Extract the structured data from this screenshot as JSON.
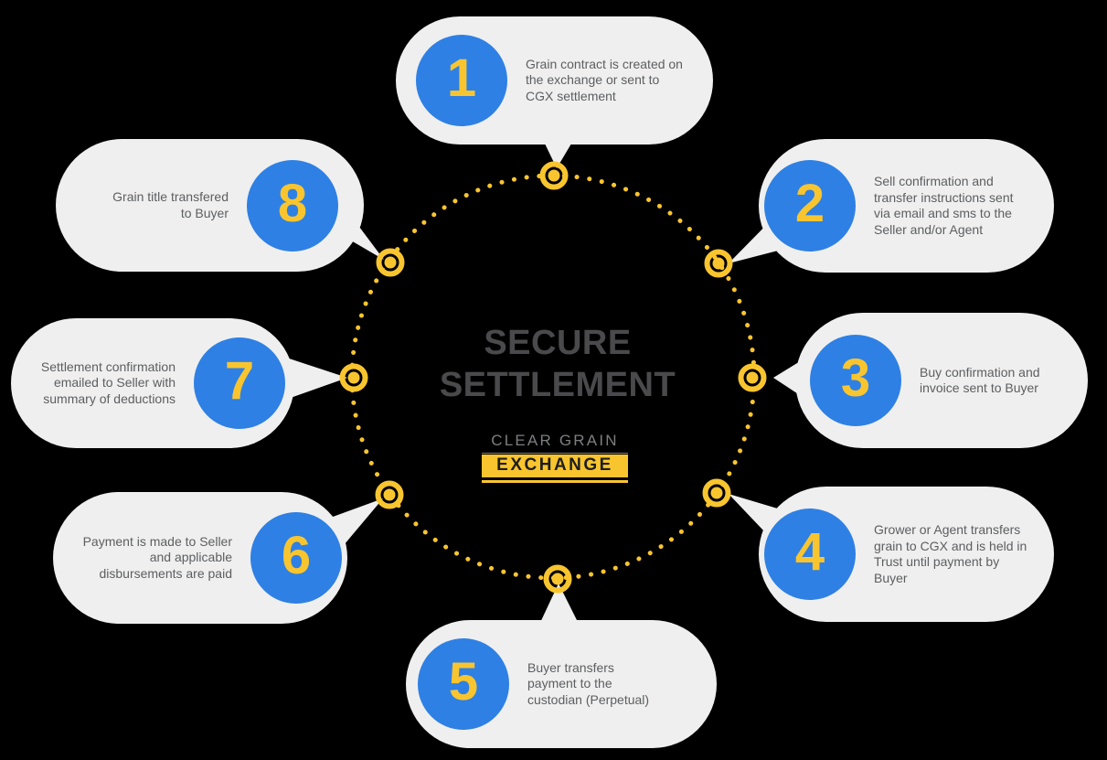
{
  "colors": {
    "background": "#000000",
    "bubble": "#efefef",
    "blue": "#2e80e4",
    "yellow": "#f9c52f",
    "title-gray": "#4a4a4c",
    "text-gray": "#5d5e60",
    "logo-gray": "#7d7e80",
    "logo-dark": "#1e1e1e"
  },
  "center": {
    "title": "SECURE SETTLEMENT",
    "logo_top": "CLEAR GRAIN",
    "logo_bottom": "EXCHANGE"
  },
  "steps": [
    {
      "number": "1",
      "text": "Grain contract is created on the exchange or sent to CGX settlement"
    },
    {
      "number": "2",
      "text": "Sell confirmation and transfer instructions sent via email and sms to the Seller and/or Agent"
    },
    {
      "number": "3",
      "text": "Buy confirmation and invoice sent to Buyer"
    },
    {
      "number": "4",
      "text": "Grower or Agent transfers grain to CGX and is held in Trust until payment by Buyer"
    },
    {
      "number": "5",
      "text": "Buyer transfers payment to the custodian (Perpetual)"
    },
    {
      "number": "6",
      "text": "Payment is made to Seller and applicable disbursements are paid"
    },
    {
      "number": "7",
      "text": "Settlement confirmation emailed to Seller with summary of deductions"
    },
    {
      "number": "8",
      "text": "Grain title transfered to Buyer"
    }
  ]
}
